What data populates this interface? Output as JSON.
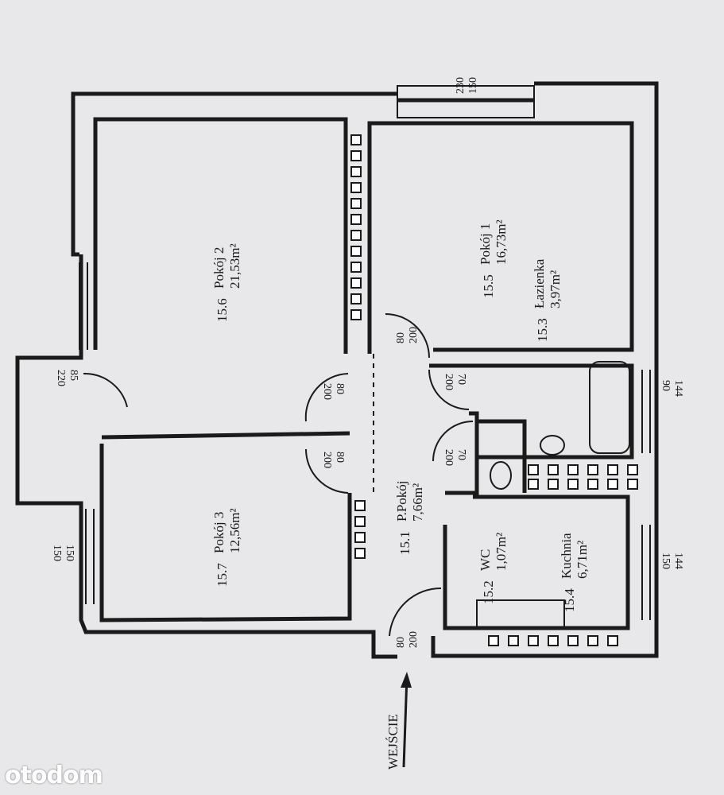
{
  "rooms": {
    "pokoj2": {
      "number": "15.6",
      "name": "Pokój 2",
      "area": "21,53m²"
    },
    "pokoj1": {
      "number": "15.5",
      "name": "Pokój 1",
      "area": "16,73m²"
    },
    "lazienka": {
      "number": "15.3",
      "name": "Łazienka",
      "area": "3,97m²"
    },
    "pokoj3": {
      "number": "15.7",
      "name": "Pokój 3",
      "area": "12,56m²"
    },
    "przedpokoj": {
      "number": "15.1",
      "name": "P.Pokój",
      "area": "7,66m²"
    },
    "wc": {
      "number": "15.2",
      "name": "WC",
      "area": "1,07m²"
    },
    "kuchnia": {
      "number": "15.4",
      "name": "Kuchnia",
      "area": "6,71m²"
    }
  },
  "dimensions": {
    "window_top": {
      "w": "230",
      "h": "150"
    },
    "balcony_door": {
      "w": "85",
      "h": "220"
    },
    "door_pokoj1": {
      "w": "80",
      "h": "200"
    },
    "door_pokoj2": {
      "w": "80",
      "h": "200"
    },
    "door_pokoj3": {
      "w": "80",
      "h": "200"
    },
    "door_lazienka": {
      "w": "70",
      "h": "200"
    },
    "door_wc": {
      "w": "70",
      "h": "200"
    },
    "door_entry": {
      "w": "80",
      "h": "200"
    },
    "window_lazienka": {
      "w": "90",
      "h": "144"
    },
    "window_kuchnia": {
      "w": "150",
      "h": "144"
    },
    "window_pokoj3": {
      "w": "150",
      "h": "150"
    }
  },
  "entry_label": "WEJŚCIE",
  "watermark": "otodom"
}
